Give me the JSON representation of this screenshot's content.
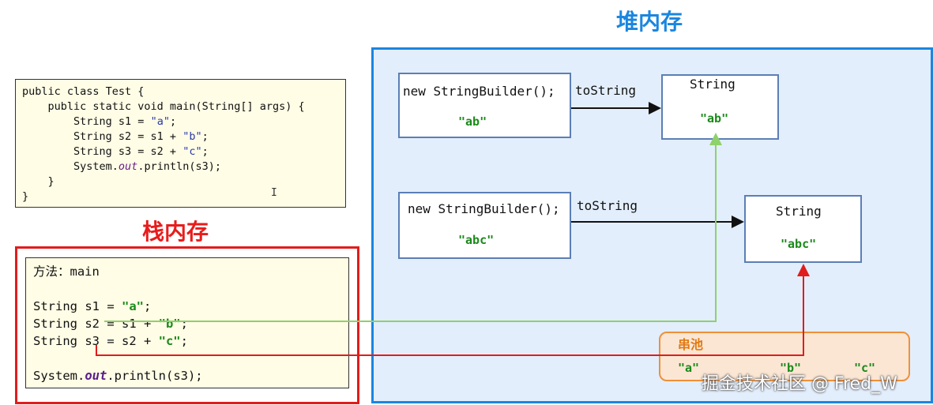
{
  "heap_title": "堆内存",
  "stack_title": "栈内存",
  "code": {
    "line1": "public class Test {",
    "line2": "    public static void main(String[] args) {",
    "line3_pre": "        String s1 = ",
    "line3_str": "\"a\"",
    "line3_post": ";",
    "line4_pre": "        String s2 = s1 + ",
    "line4_str": "\"b\"",
    "line4_post": ";",
    "line5_pre": "        String s3 = s2 + ",
    "line5_str": "\"c\"",
    "line5_post": ";",
    "line6_pre": "        System.",
    "line6_out": "out",
    "line6_post": ".println(s3);",
    "line7": "    }",
    "line8": "}"
  },
  "stack": {
    "method_label": "方法：main",
    "s1_pre": "String s1 = ",
    "s1_val": "\"a\"",
    "s1_post": ";",
    "s2_pre": "String s2 = s1 + ",
    "s2_val": "\"b\"",
    "s2_post": ";",
    "s3_pre": "String s3 = s2 + ",
    "s3_val": "\"c\"",
    "s3_post": ";",
    "print_pre": "System.",
    "print_out": "out",
    "print_post": ".println(s3);"
  },
  "heap": {
    "sb1_label": "new StringBuilder();",
    "sb1_value": "\"ab\"",
    "sb1_arrow": "toString",
    "str1_label": "String",
    "str1_value": "\"ab\"",
    "sb2_label": "new StringBuilder();",
    "sb2_value": "\"abc\"",
    "sb2_arrow": "toString",
    "str2_label": "String",
    "str2_value": "\"abc\""
  },
  "pool": {
    "title": "串池",
    "values": [
      "\"a\"",
      "\"b\"",
      "\"c\""
    ]
  },
  "watermark": "掘金技术社区 @ Fred_W",
  "colors": {
    "heap_accent": "#1a86e0",
    "stack_accent": "#e21c1c",
    "pool_accent": "#f0903a",
    "string_value": "#1a8a1a",
    "green_line": "#8fd16a",
    "red_line": "#e01c1c"
  }
}
